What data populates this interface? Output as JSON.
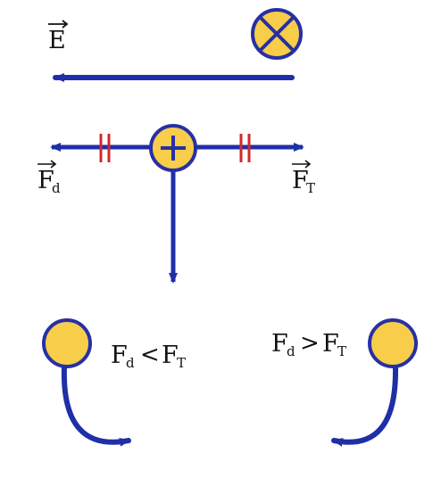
{
  "colors": {
    "arrow": "#1f2fa8",
    "charge_fill": "#f7cd4a",
    "charge_stroke": "#2730a3",
    "tick_marks": "#cf2a2a",
    "text": "#111111"
  },
  "labels": {
    "field": {
      "symbol": "E",
      "vector_arrow": "⃗"
    },
    "force_left": {
      "symbol": "F",
      "subscript": "d",
      "vector_arrow": "⃗"
    },
    "force_right": {
      "symbol": "F",
      "subscript": "T",
      "vector_arrow": "⃗"
    },
    "condition_left": {
      "lhs_symbol": "F",
      "lhs_subscript": "d",
      "operator": "<",
      "rhs_symbol": "F",
      "rhs_subscript": "T"
    },
    "condition_right": {
      "lhs_symbol": "F",
      "lhs_subscript": "d",
      "operator": ">",
      "rhs_symbol": "F",
      "rhs_subscript": "T"
    }
  },
  "icons": {
    "field_into_page": "circle-cross-icon",
    "positive_charge": "circle-plus-icon"
  }
}
